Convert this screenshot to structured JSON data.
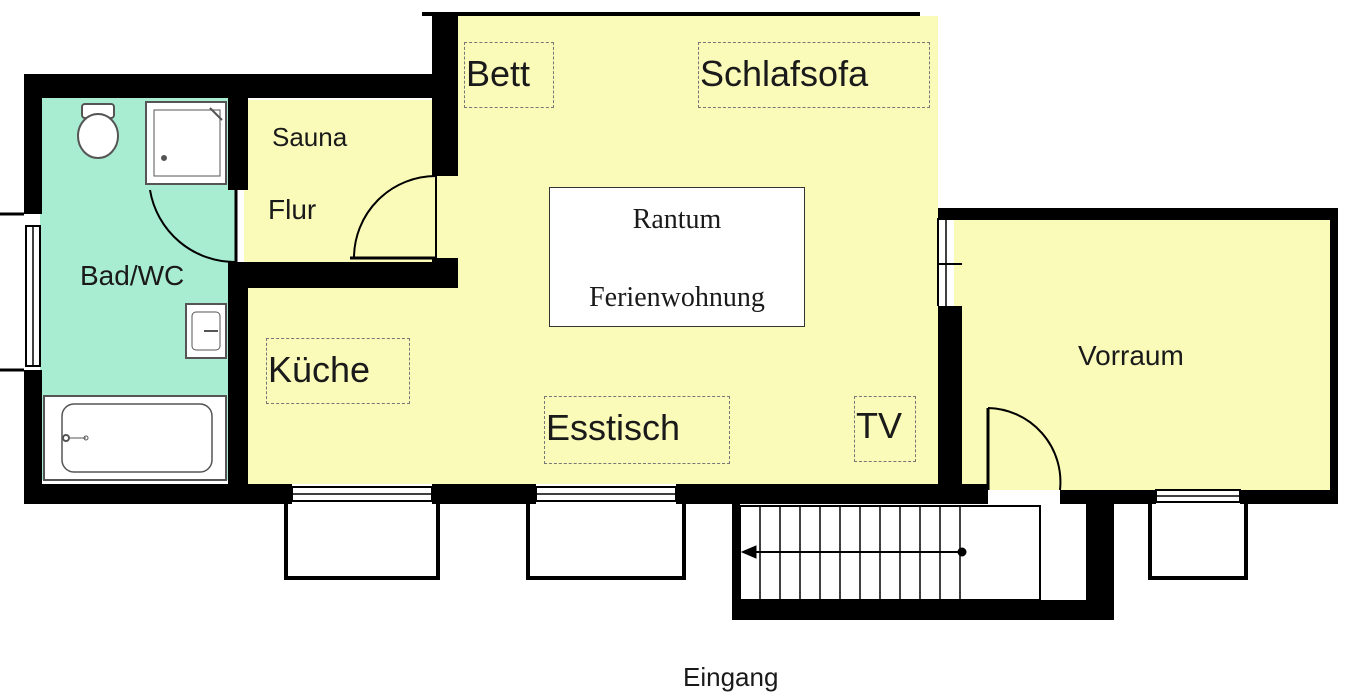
{
  "colors": {
    "wall": "#000000",
    "living_fill": "#fafab9",
    "bath_fill": "#a8ecd2",
    "fixture_fill": "#ffffff"
  },
  "labels": {
    "bett": "Bett",
    "schlafsofa": "Schlafsofa",
    "sauna": "Sauna",
    "flur": "Flur",
    "bad_wc": "Bad/WC",
    "kueche": "Küche",
    "esstisch": "Esstisch",
    "tv": "TV",
    "vorraum": "Vorraum",
    "eingang": "Eingang"
  },
  "title_box": {
    "line1": "Rantum",
    "line2": "Ferienwohnung"
  },
  "icons": [
    "toilet-icon",
    "shower-icon",
    "sink-icon",
    "bathtub-icon",
    "door-swing-icon",
    "staircase-icon",
    "window-icon"
  ]
}
